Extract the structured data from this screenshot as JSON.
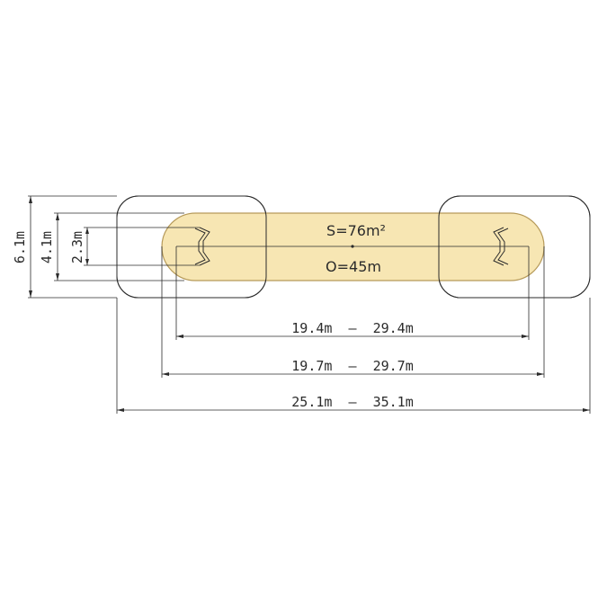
{
  "diagram": {
    "area_label": "S=76m²",
    "perimeter_label": "O=45m",
    "dimensions": {
      "inner_range": "19.4m  –  29.4m",
      "middle_range": "19.7m  –  29.7m",
      "outer_range": "25.1m  –  35.1m",
      "height_outer": "6.1m",
      "height_middle": "4.1m",
      "height_inner": "2.3m"
    },
    "colors": {
      "zone_fill": "#f6e2a6",
      "zone_stroke": "#b69a5a",
      "line": "#2b2b2b"
    }
  }
}
